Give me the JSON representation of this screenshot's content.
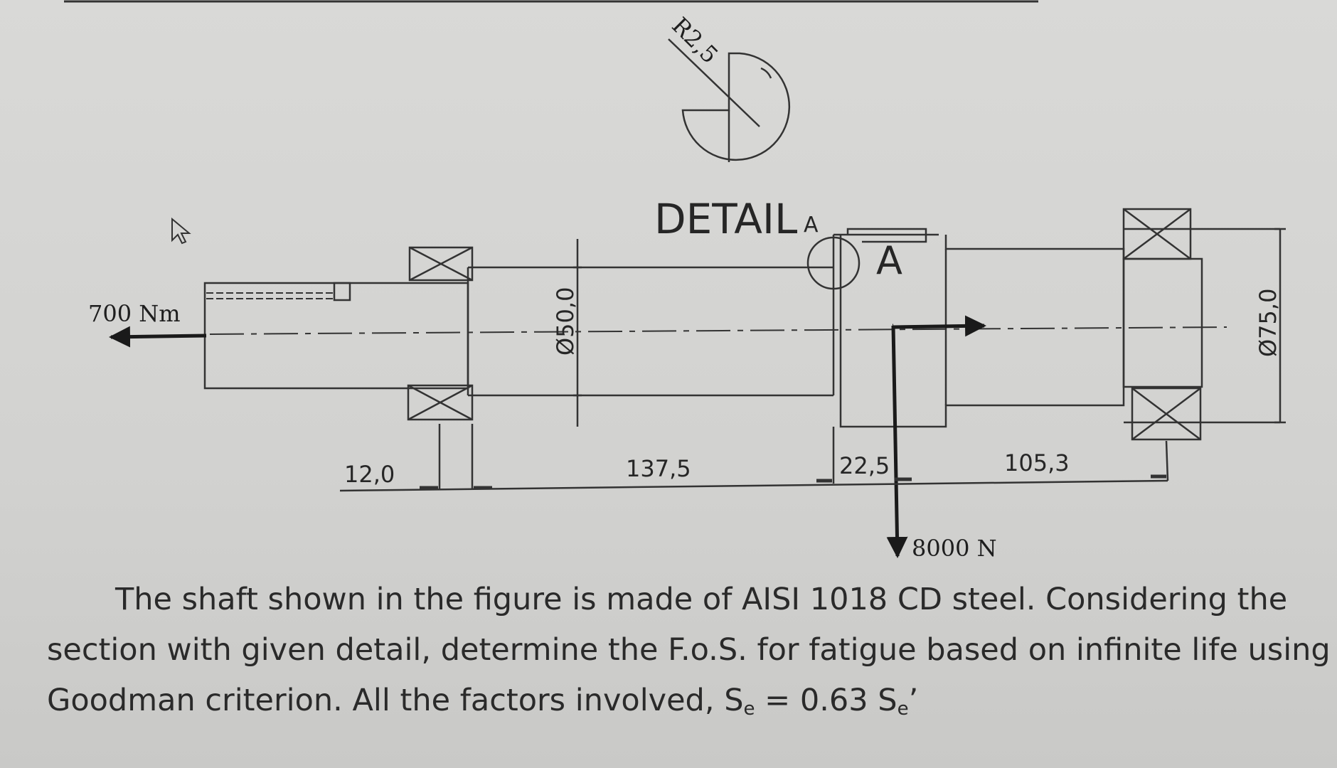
{
  "detail": {
    "radius_label": "R2,5",
    "title": "DETAIL",
    "title_letter": "A",
    "section_letter": "A"
  },
  "loads": {
    "torque": "700 Nm",
    "force": "8000 N"
  },
  "dimensions": {
    "d_small": "Ø50,0",
    "d_large": "Ø75,0",
    "len_1": "12,0",
    "len_2": "137,5",
    "len_3": "22,5",
    "len_4": "105,3"
  },
  "problem": {
    "line1": "The shaft shown in the figure is made of AISI 1018 CD steel. Considering the",
    "line2": "section with given detail, determine the F.o.S. for fatigue based on infinite life using",
    "line3_a": "Goodman criterion. All the factors involved, S",
    "line3_sub1": "e",
    "line3_b": " = 0.63 S",
    "line3_sub2": "e",
    "line3_c": "’"
  },
  "colors": {
    "line": "#3a3a3a",
    "arrow": "#1a1a1a",
    "background": "#d4d4d2"
  }
}
